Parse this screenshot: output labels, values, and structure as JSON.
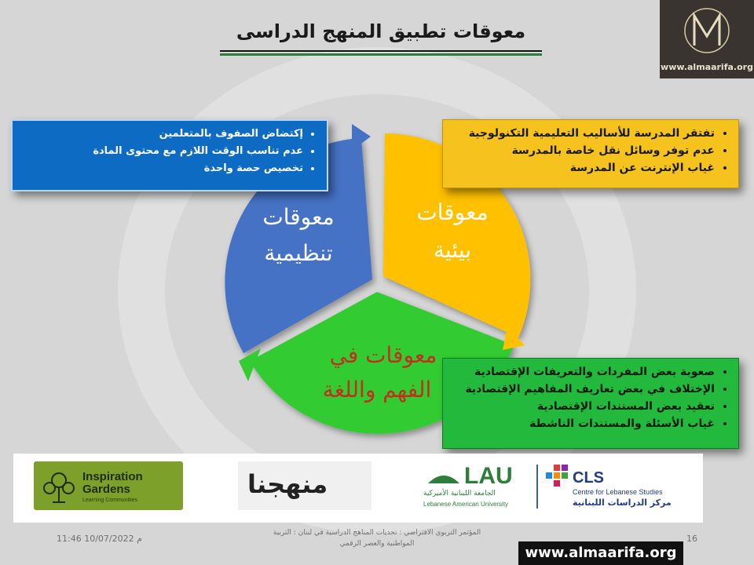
{
  "slide": {
    "title": "معوقات تطبيق المنهج الدراسى",
    "page_number": "16",
    "date_time": "11:46 10/07/2022 م",
    "footer_text": "المؤتمر التربوي الافتراضي : تحديات المناهج الدراسية في لبنان : التربية المواطنية والعصر الرقمي",
    "footer_url": "www.almaarifa.org"
  },
  "brand": {
    "top_logo_url": "www.almaarifa.org"
  },
  "diagram": {
    "segments": [
      {
        "label_line1": "معوقات",
        "label_line2": "تنظيمية",
        "color": "#4472c4"
      },
      {
        "label_line1": "معوقات",
        "label_line2": "بيئية",
        "color": "#ffc000"
      },
      {
        "label_line1": "معوقات في",
        "label_line2": "الفهم واللغة",
        "color": "#33cc33"
      }
    ],
    "boxes": {
      "organizational": [
        "إكتضاض الصفوف بالمتعلمين",
        "عدم تناسب الوقت اللازم مع محتوى المادة",
        "تخصيص حصة واحدة"
      ],
      "environmental": [
        "تفتقر المدرسة للأساليب التعليمية التكنولوجية",
        "عدم توفر وسائل نقل خاصة بالمدرسة",
        "غياب الإنترنت عن المدرسة"
      ],
      "language": [
        "صعوبة بعض المفردات والتعريفات الإقتصادية",
        "الإختلاف في بعض تعاريف المفاهيم الإقتصادية",
        "تعقيد بعض المستندات الإقتصادية",
        "غياب الأسئلة والمستندات الناشطة"
      ]
    }
  },
  "logos": {
    "inspiration_gardens": {
      "name_line1": "Inspiration",
      "name_line2": "Gardens",
      "tagline": "Learning Communities"
    },
    "manhajuna": {
      "text": "منهجنا"
    },
    "lau": {
      "abbr": "LAU",
      "arabic": "الجامعة اللبنانية الأميركية",
      "english": "Lebanese American University"
    },
    "cls": {
      "abbr": "CLS",
      "english": "Centre for Lebanese Studies",
      "arabic": "مركز الدراسات اللبنانية"
    }
  }
}
